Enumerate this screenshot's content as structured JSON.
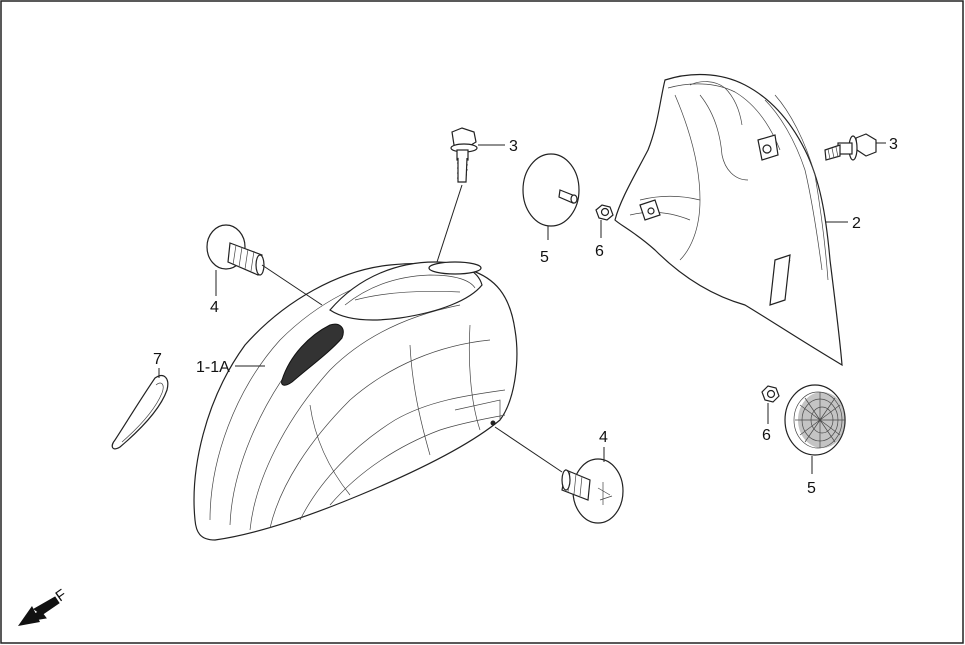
{
  "callouts": {
    "c_1_1a": "1-1A",
    "c_2": "2",
    "c_3_a": "3",
    "c_3_b": "3",
    "c_4_a": "4",
    "c_4_b": "4",
    "c_5_a": "5",
    "c_5_b": "5",
    "c_6_a": "6",
    "c_6_b": "6",
    "c_7": "7"
  },
  "direction": {
    "label": "F",
    "arrow_icon": "front-direction-arrow-icon"
  },
  "colors": {
    "line": "#222222",
    "background": "#ffffff"
  }
}
